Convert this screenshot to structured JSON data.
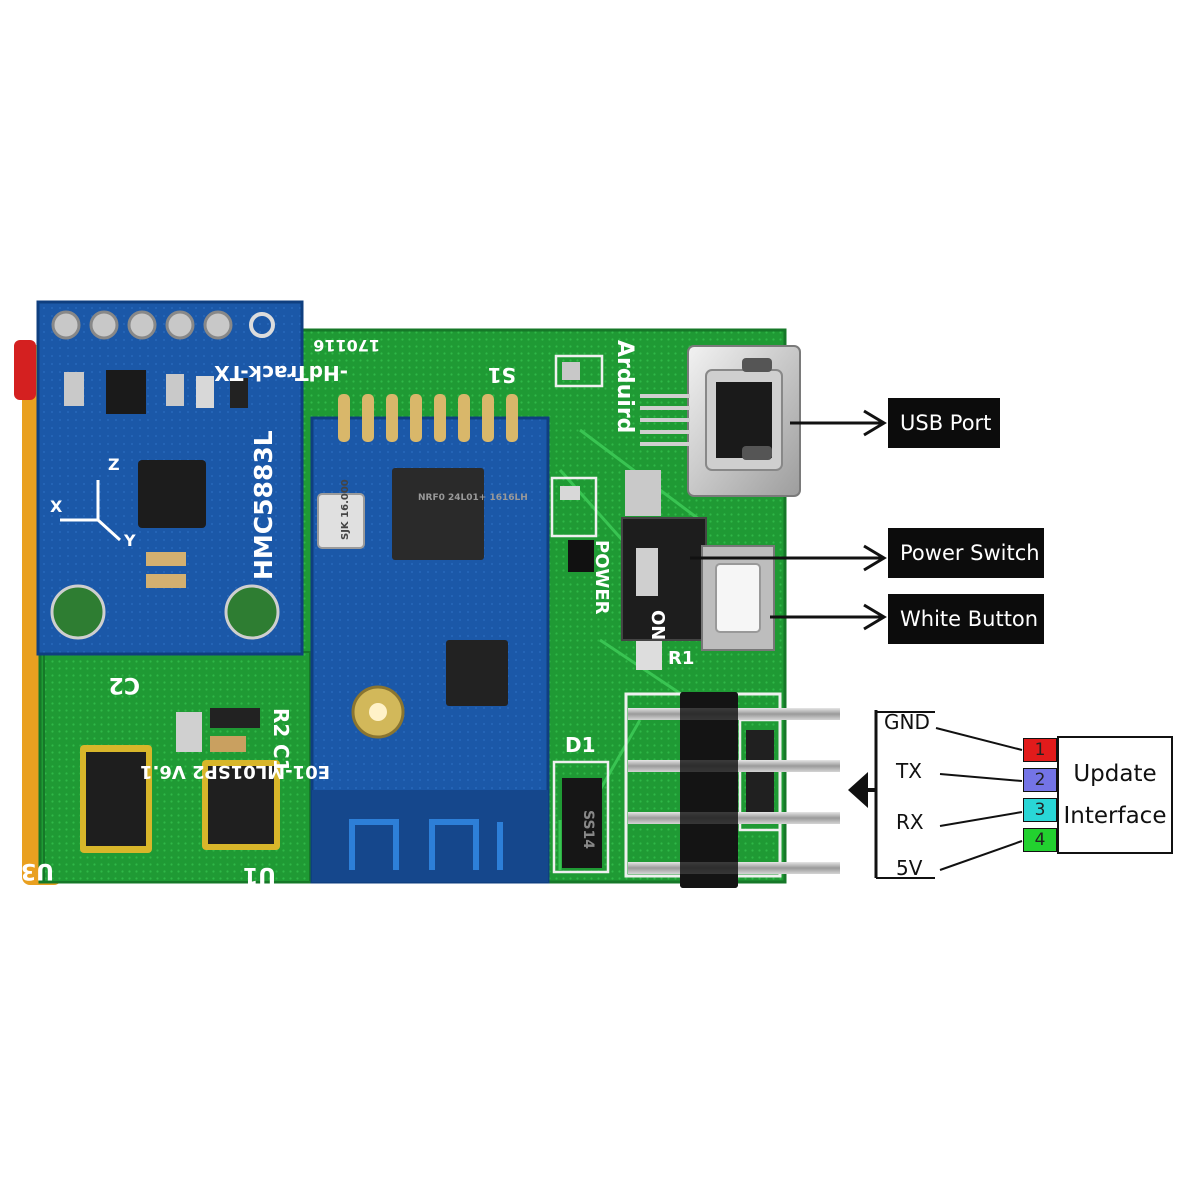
{
  "labels": {
    "usb_port": "USB Port",
    "power_switch": "Power Switch",
    "white_button": "White Button"
  },
  "pins": [
    {
      "label": "GND",
      "number": "1",
      "color": "#e21b1b"
    },
    {
      "label": "TX",
      "number": "2",
      "color": "#7474e6"
    },
    {
      "label": "RX",
      "number": "3",
      "color": "#29d6d6"
    },
    {
      "label": "5V",
      "number": "4",
      "color": "#22d12f"
    }
  ],
  "update_interface": {
    "line1": "Update",
    "line2": "Interface"
  },
  "board_text": {
    "compass_chip": "HMC5883L",
    "compass_z": "Z",
    "compass_x": "X",
    "compass_y": "Y",
    "rf_module": "E01-ML01SP2 V6.1",
    "rf_chip": "NRF0 24L01+ 1616LH",
    "crystal": "SJK 16.000",
    "brand": "Arduird",
    "title": "-HdTrack-TX",
    "date": "170116",
    "power": "POWER",
    "on": "ON",
    "s1": "S1",
    "d1": "D1",
    "ss14": "SS14",
    "c2": "C2",
    "c1": "C1",
    "r2": "R2",
    "r1": "R1",
    "u3": "U3",
    "u1": "U1"
  },
  "colors": {
    "pcb_green": "#1f9a34",
    "module_blue": "#1b58a8",
    "header_black": "#151515",
    "battery_orange": "#e9a020"
  }
}
